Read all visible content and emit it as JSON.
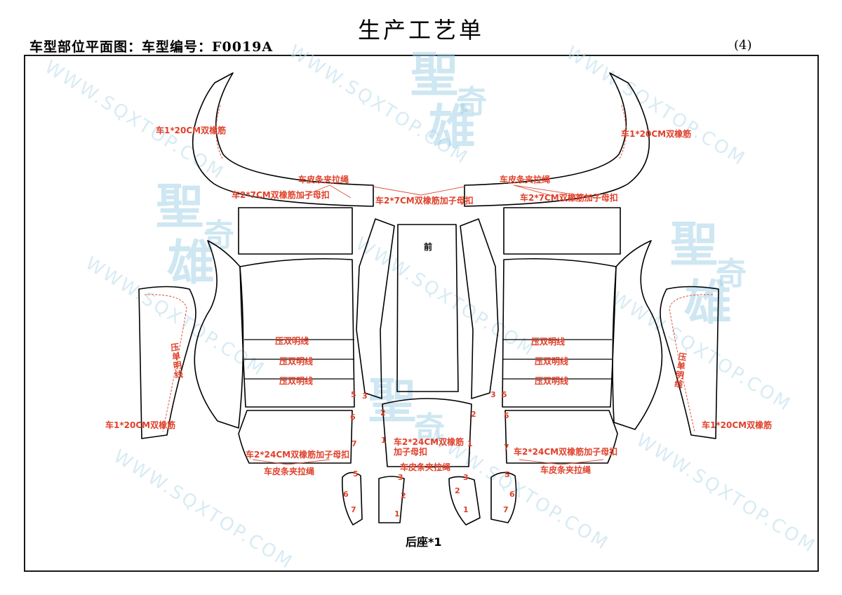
{
  "header": {
    "title": "生产工艺单",
    "subtitle": "车型部位平面图：车型编号：F0019A",
    "page_number": "(4)"
  },
  "watermark": {
    "text": "WWW.SQXTOP.COM",
    "logo_chars": [
      "聖",
      "奇",
      "雄"
    ]
  },
  "labels": {
    "elastic_20cm": "车1*20CM双橡筋",
    "leather_pull_rope": "车皮条夹拉绳",
    "elastic_7cm_buckle": "车2*7CM双橡筋加子母扣",
    "elastic_24cm_buckle": "车2*24CM双橡筋加子母扣",
    "elastic_24cm_buckle_line1": "车2*24CM双橡筋",
    "elastic_24cm_buckle_line2": "加子母扣",
    "double_topstitch": "压双明线",
    "single_topstitch_chars": [
      "压",
      "单",
      "明",
      "线"
    ],
    "front": "前",
    "caption": "后座*1"
  },
  "seam_numbers": [
    "1",
    "2",
    "3",
    "5",
    "6",
    "7"
  ],
  "colors": {
    "annotation": "#e0402a",
    "outline": "#000000",
    "watermark": "#9fd0e6"
  }
}
